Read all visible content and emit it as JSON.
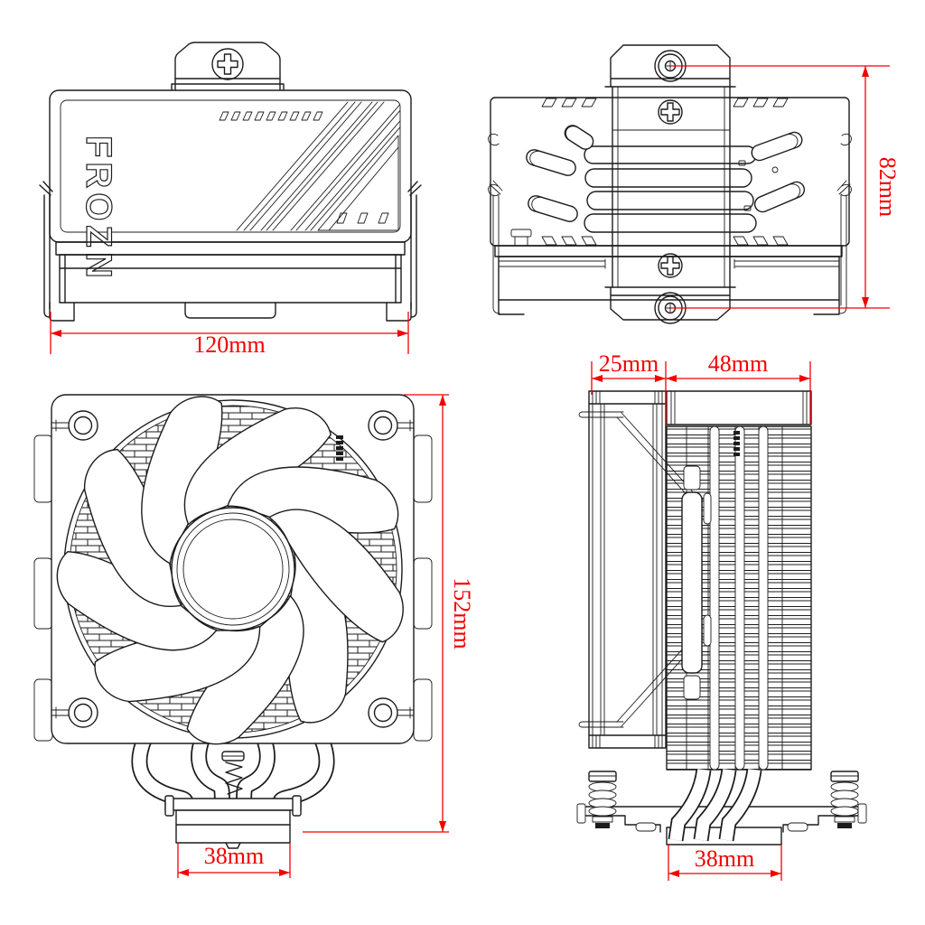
{
  "drawing": {
    "brand_logo": "FROZN",
    "line_color": "#1c1c1c",
    "dimension_color": "#f40000",
    "dimensions": {
      "top_view_width": "120mm",
      "top_view_depth": "82mm",
      "front_height": "152mm",
      "front_base_width": "38mm",
      "side_fan_thickness": "25mm",
      "side_fin_depth": "48mm",
      "side_base_width": "38mm"
    }
  }
}
